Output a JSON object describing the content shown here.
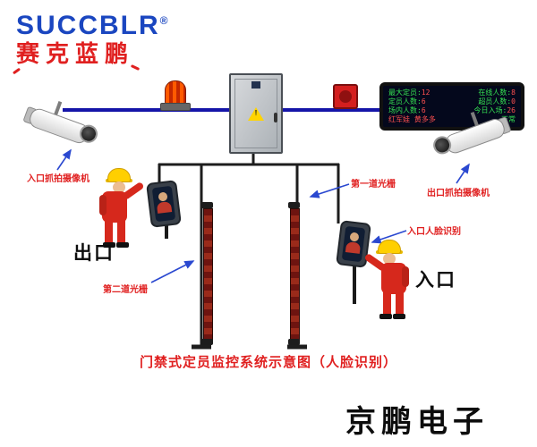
{
  "brand": {
    "logo_text": "SUCCBLR",
    "registered": "®",
    "logo_subtext": "赛克蓝鹏"
  },
  "led": {
    "rows": [
      {
        "ll": "最大定员:",
        "lv": "12",
        "rl": "在线人数:",
        "rv": "8"
      },
      {
        "ll": "定员人数:",
        "lv": "6",
        "rl": "超员人数:",
        "rv": "0"
      },
      {
        "ll": "场内人数:",
        "lv": "6",
        "rl": "今日入场:",
        "rv": "26"
      }
    ],
    "names": "红军娃 黄多多",
    "status": "正常"
  },
  "labels": {
    "entrance_camera": "入口抓拍摄像机",
    "exit_camera": "出口抓拍摄像机",
    "first_light_barrier": "第一道光栅",
    "second_light_barrier": "第二道光栅",
    "entrance_face_recognition": "入口人脸识别",
    "exit": "出口",
    "entrance": "入口"
  },
  "title": "门禁式定员监控系统示意图（人脸识别）",
  "footer_brand": "京鹏电子",
  "colors": {
    "wire_blue": "#1515a8",
    "accent_red": "#e01f1f",
    "led_green": "#35e052",
    "led_red": "#ff5050"
  }
}
